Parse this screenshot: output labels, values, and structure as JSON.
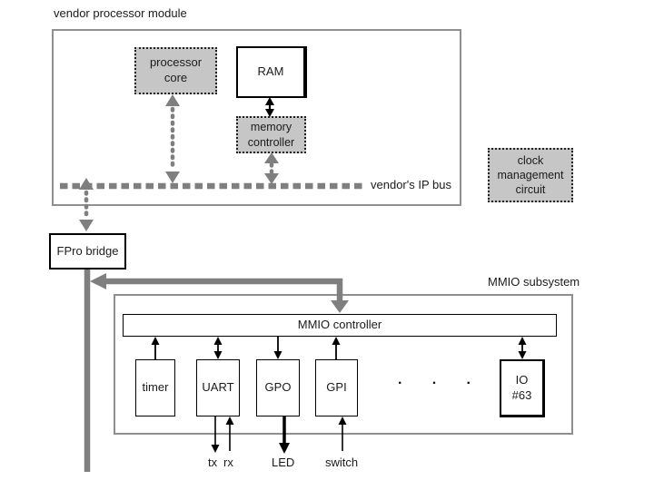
{
  "colors": {
    "gray_fill": "#c6c6c6",
    "gray_line": "#7f7f7f",
    "frame_gray": "#8f8f8f",
    "black": "#000000"
  },
  "vendor_module": {
    "title": "vendor processor module",
    "processor_core": [
      "processor",
      "core"
    ],
    "ram": "RAM",
    "memory_controller": [
      "memory",
      "controller"
    ],
    "bus_label": "vendor's IP bus"
  },
  "clock_management": [
    "clock",
    "management",
    "circuit"
  ],
  "fpro_bridge": "FPro bridge",
  "mmio": {
    "title": "MMIO subsystem",
    "controller": "MMIO controller",
    "peripherals": [
      "timer",
      "UART",
      "GPO",
      "GPI"
    ],
    "ellipsis": "· · ·",
    "io_slot": [
      "IO",
      "#63"
    ],
    "pins": {
      "tx": "tx",
      "rx": "rx",
      "led": "LED",
      "switch": "switch"
    }
  }
}
